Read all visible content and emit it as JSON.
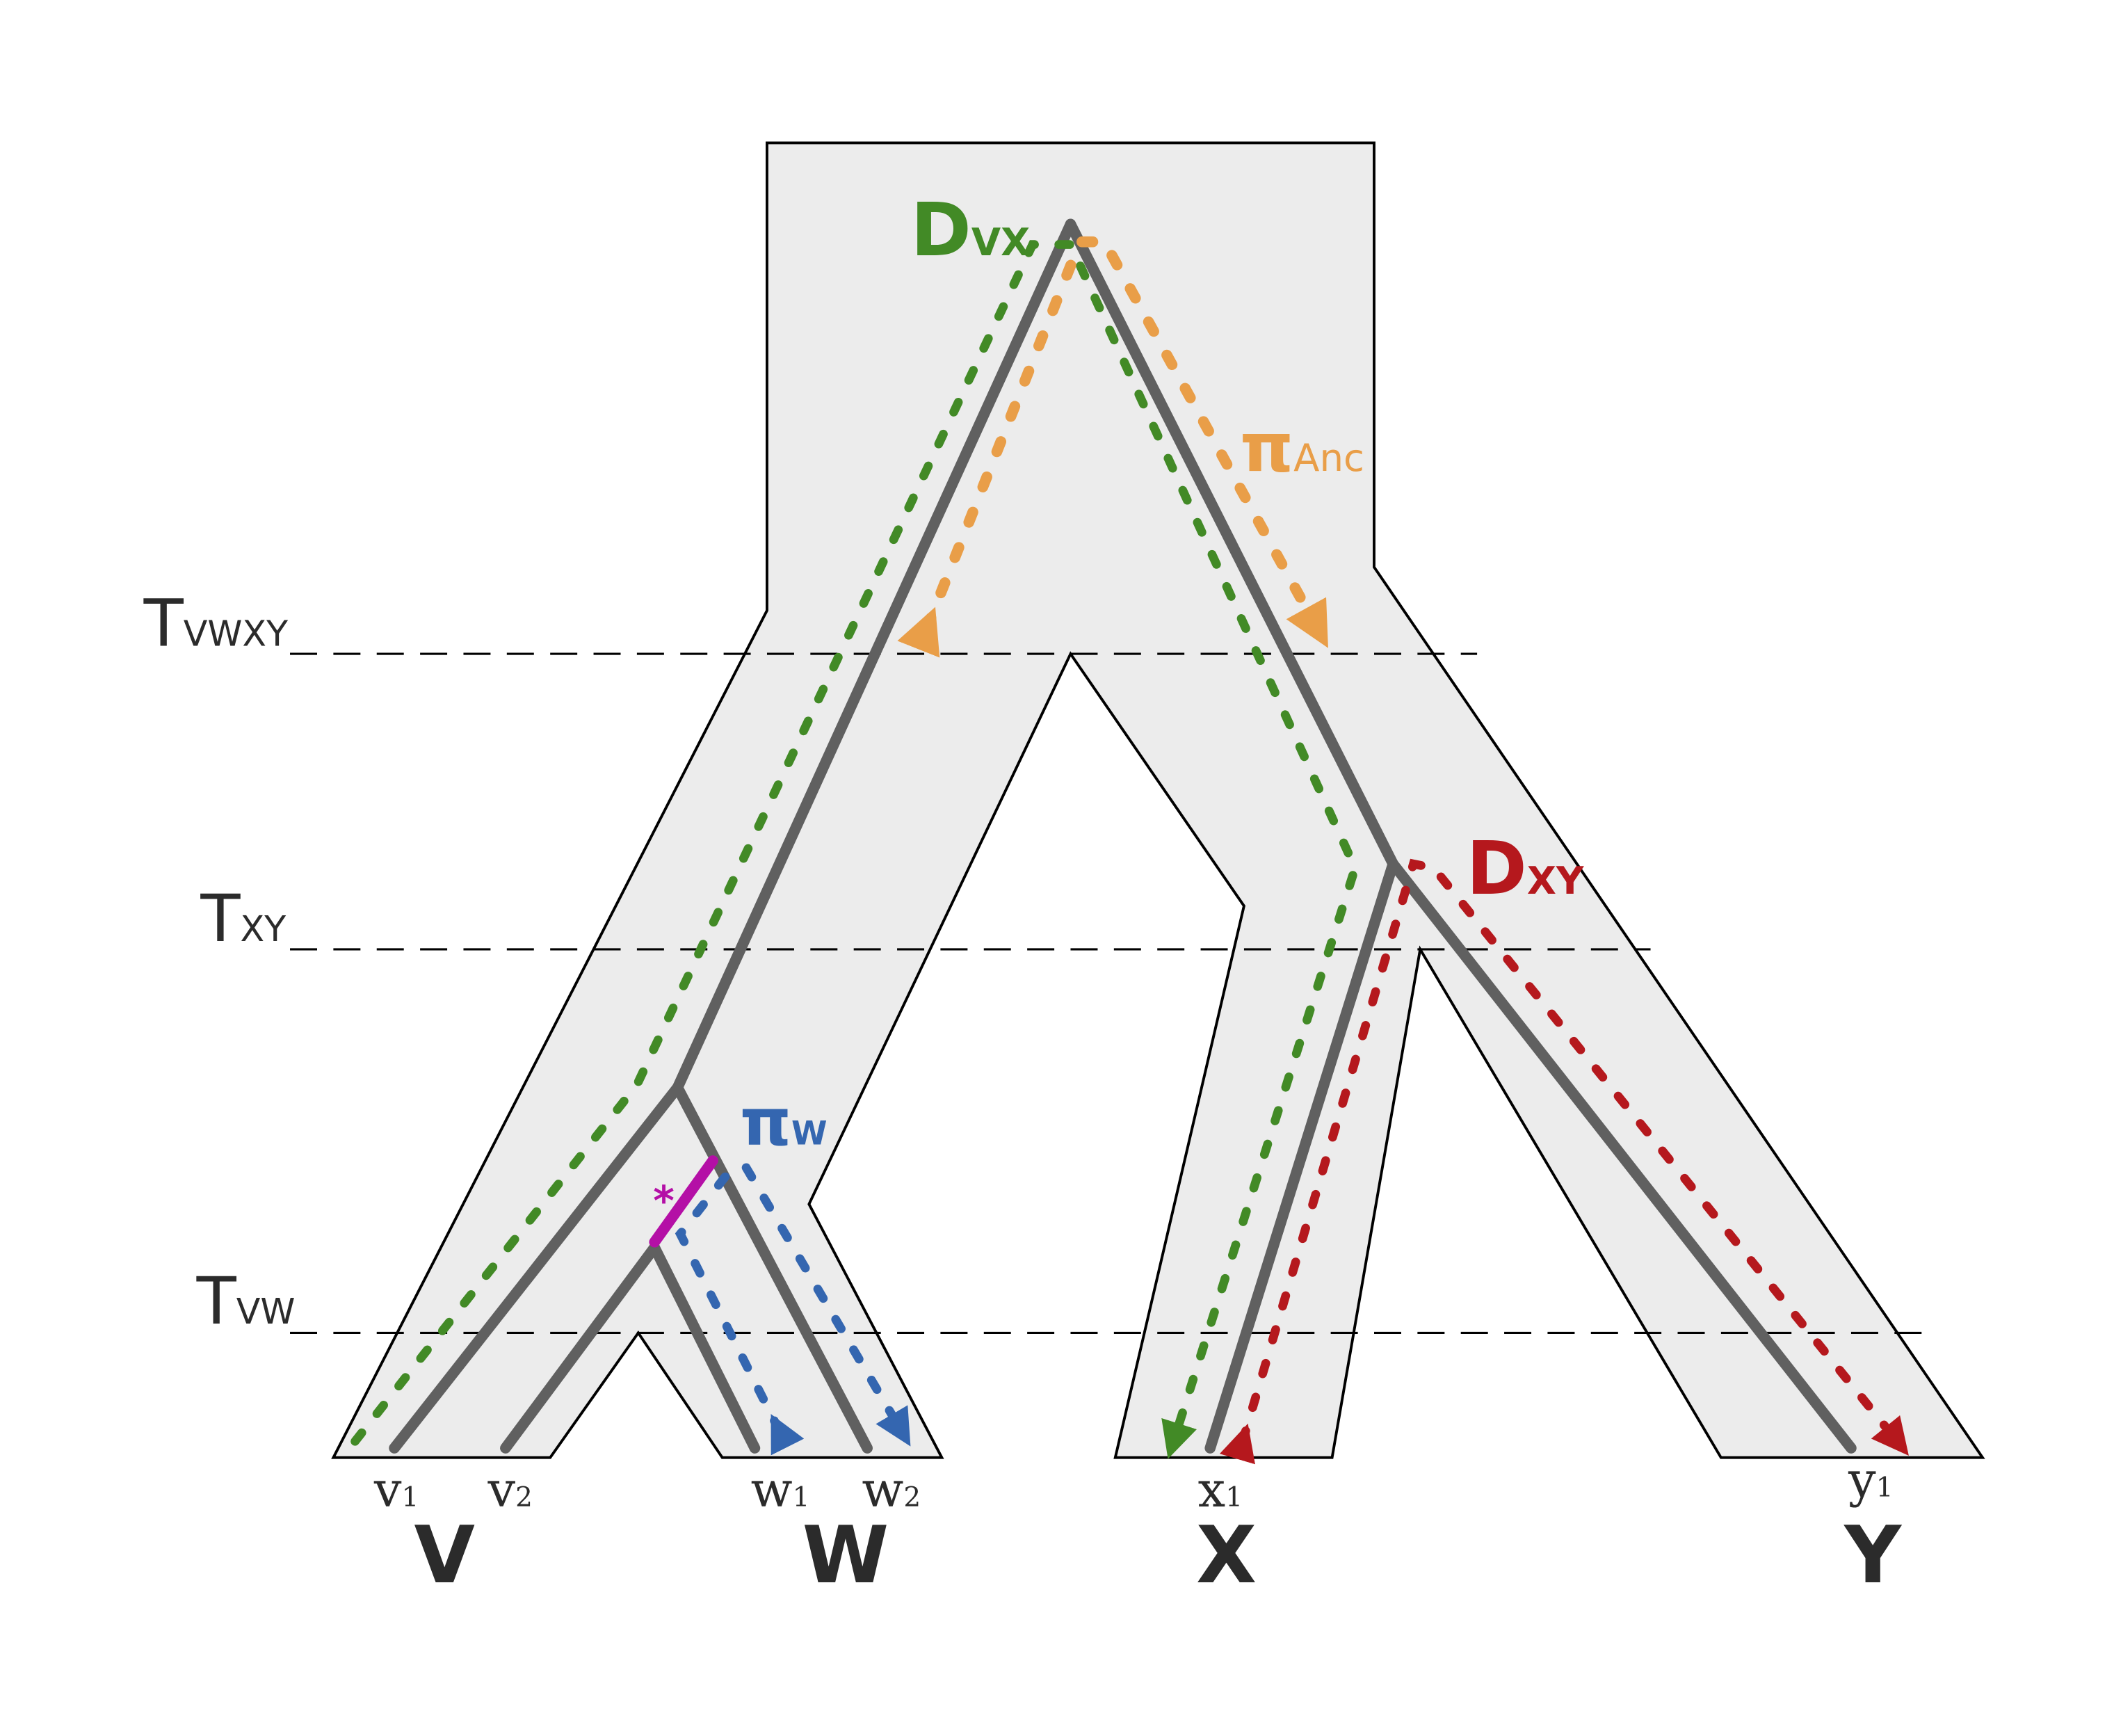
{
  "colors": {
    "population_fill": "#ececec",
    "population_outline": "#000000",
    "genealogy": "#606060",
    "dvx": "#428a26",
    "dxy": "#b5181d",
    "pi_anc": "#e99e48",
    "pi_w": "#3466b0",
    "mutation": "#b40fa6",
    "text": "#2b2b2b"
  },
  "times": [
    {
      "main": "T",
      "sub": "VWXY"
    },
    {
      "main": "T",
      "sub": "XY"
    },
    {
      "main": "T",
      "sub": "VW"
    }
  ],
  "populations": [
    "V",
    "W",
    "X",
    "Y"
  ],
  "samples": [
    {
      "main": "v",
      "sub": "1"
    },
    {
      "main": "v",
      "sub": "2"
    },
    {
      "main": "w",
      "sub": "1"
    },
    {
      "main": "w",
      "sub": "2"
    },
    {
      "main": "x",
      "sub": "1"
    },
    {
      "main": "y",
      "sub": "1"
    }
  ],
  "measures": {
    "dvx": {
      "main": "D",
      "sub": "VX"
    },
    "pi_anc": {
      "main": "π",
      "sub": "Anc"
    },
    "dxy": {
      "main": "D",
      "sub": "XY"
    },
    "pi_w": {
      "main": "π",
      "sub": "W"
    }
  },
  "mutation_marker": "*"
}
